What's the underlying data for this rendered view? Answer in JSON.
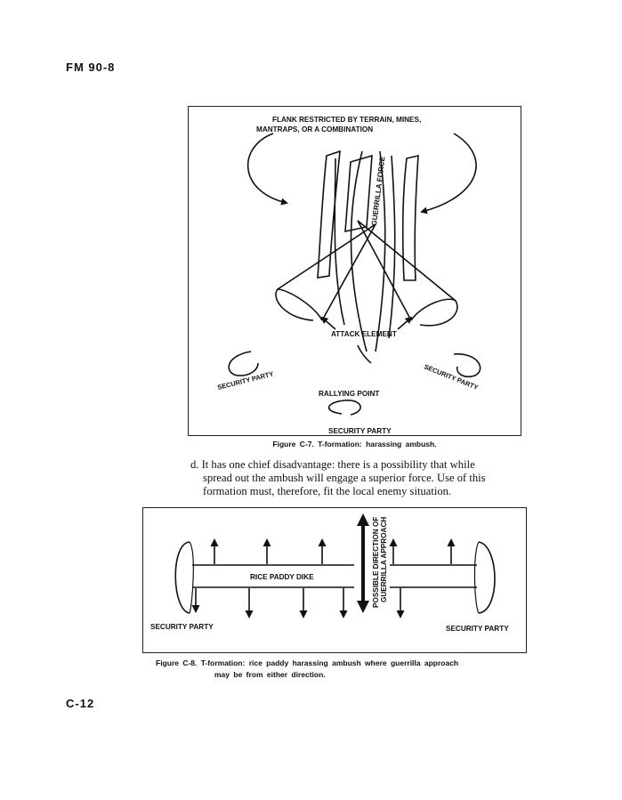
{
  "header": {
    "code": "FM 90-8"
  },
  "figure_c7": {
    "labels": {
      "flank_line1": "FLANK RESTRICTED BY TERRAIN, MINES,",
      "flank_line2": "MANTRAPS, OR A COMBINATION",
      "guerrilla_force": "GUERRILLA FORCE",
      "attack_element": "ATTACK ELEMENT",
      "security_party_left": "SECURITY PARTY",
      "security_party_right": "SECURITY PARTY",
      "rallying_point": "RALLYING POINT",
      "security_party_bottom": "SECURITY PARTY"
    },
    "caption": "Figure C-7. T-formation: harassing ambush."
  },
  "paragraph_d": {
    "lines": [
      "d. It has one chief disadvantage: there is a possibility that while",
      "spread out the ambush will engage a superior force. Use of this",
      "formation must, therefore, fit the local enemy situation."
    ]
  },
  "figure_c8": {
    "labels": {
      "rice_paddy_dike": "RICE PADDY DIKE",
      "direction_line1": "POSSIBLE DIRECTION OF",
      "direction_line2": "GUERRILLA APPROACH",
      "security_party_left": "SECURITY PARTY",
      "security_party_right": "SECURITY PARTY"
    },
    "caption_line1": "Figure C-8. T-formation: rice paddy harassing ambush where guerrilla approach",
    "caption_line2": "may be from either direction."
  },
  "footer": {
    "page_number": "C-12"
  }
}
